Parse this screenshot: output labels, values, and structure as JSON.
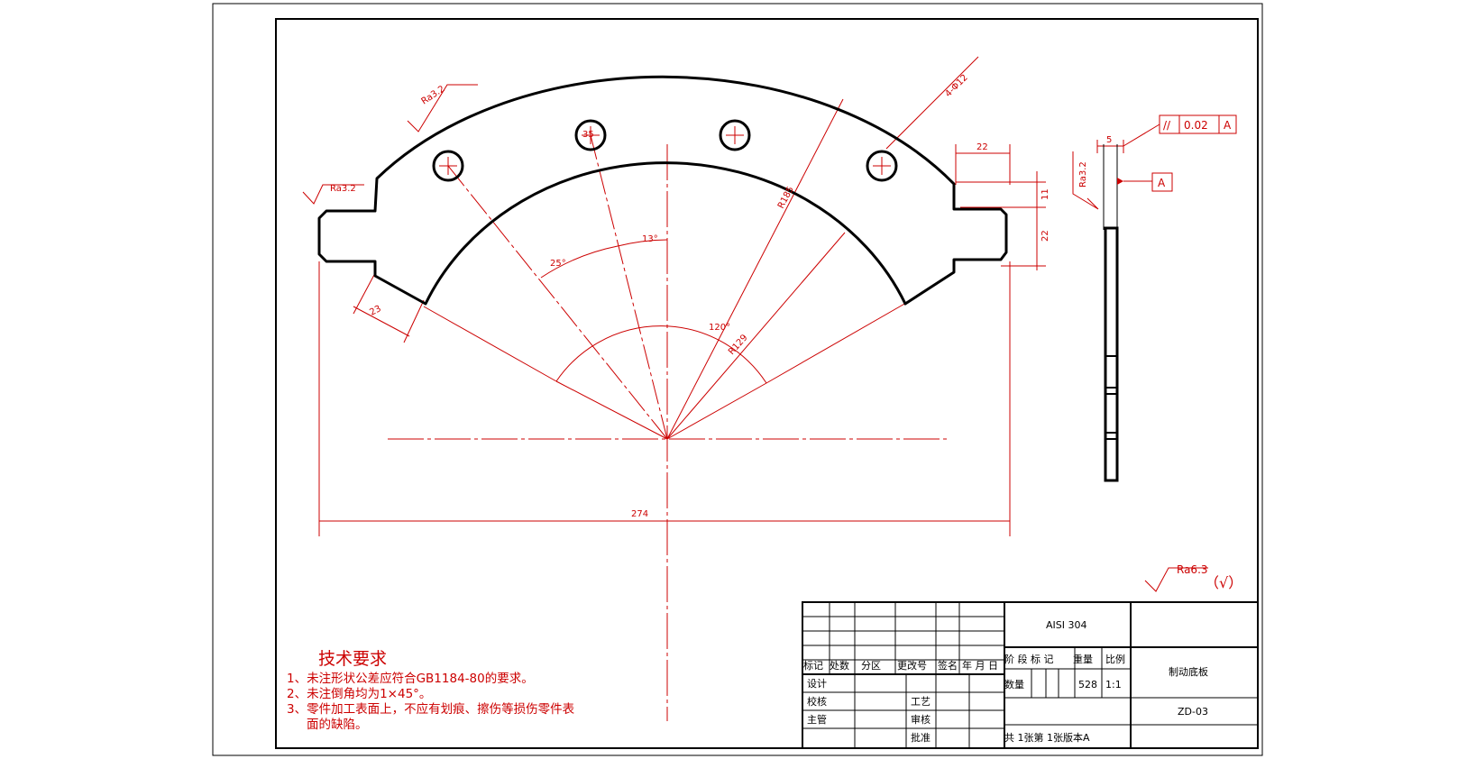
{
  "dimensions": {
    "d_274": "274",
    "d_23": "23",
    "d_25deg": "25°",
    "d_13deg": "13°",
    "d_120deg": "120°",
    "d_r185": "R185",
    "d_r129": "R129",
    "d_holes": "4-Φ12",
    "d_22_top": "22",
    "d_11": "11",
    "d_22_right": "22",
    "d_5": "5",
    "d_hole_label": "35"
  },
  "roughness": {
    "top_left": "Ra3.2",
    "left": "Ra3.2",
    "side_view": "Ra3.2",
    "general": "Ra6.3",
    "general_suffix": "（√）"
  },
  "tolerance": {
    "symbol": "//",
    "value": "0.02",
    "datum": "A",
    "datum_label": "A"
  },
  "tech_requirements": {
    "title": "技术要求",
    "items": [
      "1、未注形状公差应符合GB1184-80的要求。",
      "2、未注倒角均为1×45°。",
      "3、零件加工表面上，不应有划痕、擦伤等损伤零件表",
      "面的缺陷。"
    ]
  },
  "title_block": {
    "material": "AISI 304",
    "headers": [
      "标记",
      "处数",
      "分区",
      "更改号",
      "签名",
      "年 月 日"
    ],
    "design": "设计",
    "check": "校核",
    "supervisor": "主管",
    "process": "工艺",
    "review": "审核",
    "approve": "批准",
    "stage_mark": "阶 段 标 记",
    "weight": "重量",
    "scale_label": "比例",
    "quantity": "数量",
    "weight_value": "528",
    "scale_value": "1:1",
    "sheets": "共 1张第 1张版本A",
    "part_name": "制动底板",
    "drawing_no": "ZD-03"
  },
  "colors": {
    "outline": "#000000",
    "dimension": "#cc0000",
    "frame": "#000000"
  }
}
